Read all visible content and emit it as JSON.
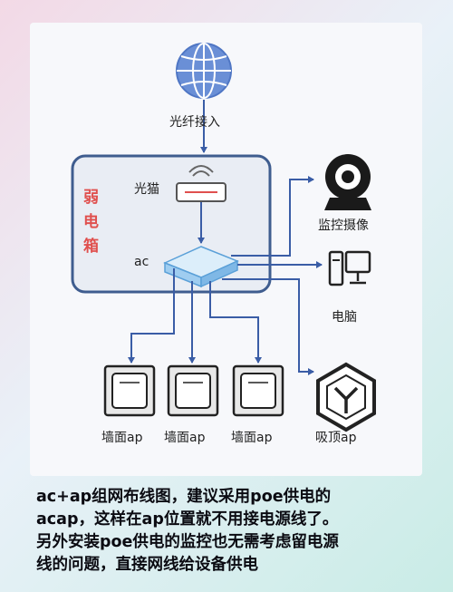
{
  "diagram": {
    "input_label": "光纤接入",
    "enclosure_title_chars": [
      "弱",
      "电",
      "箱"
    ],
    "modem_label": "光猫",
    "ac_label": "ac",
    "camera_label": "监控摄像",
    "pc_label": "电脑",
    "wall_ap_label": "墙面ap",
    "ceiling_ap_label": "吸顶ap",
    "colors": {
      "line": "#3a5da6",
      "box_border": "#3f5d8f",
      "enclosure_fill": "#e9edf4"
    }
  },
  "caption": {
    "lines": [
      "ac+ap组网布线图，建议采用poe供电的",
      "acap，这样在ap位置就不用接电源线了。",
      "另外安装poe供电的监控也无需考虑留电源",
      "线的问题，直接网线给设备供电"
    ]
  }
}
